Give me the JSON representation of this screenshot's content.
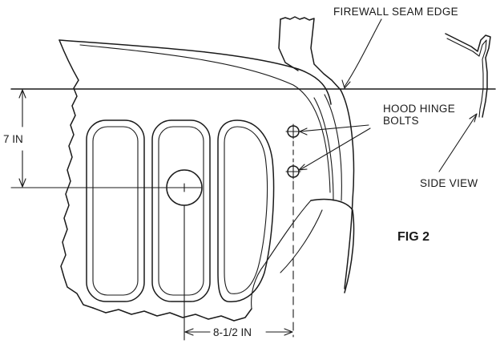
{
  "labels": {
    "firewall_seam_edge": "FIREWALL SEAM EDGE",
    "hood_hinge_line1": "HOOD HINGE",
    "hood_hinge_line2": "BOLTS",
    "side_view": "SIDE VIEW",
    "figure": "FIG 2",
    "vertical_dimension": "7 IN",
    "horizontal_dimension": "8-1/2 IN"
  },
  "dimensions": {
    "vertical": {
      "value": 7,
      "unit": "IN"
    },
    "horizontal": {
      "value": 8.5,
      "unit": "IN"
    }
  },
  "colors": {
    "ink": "#1a1a1a",
    "background": "#ffffff"
  }
}
